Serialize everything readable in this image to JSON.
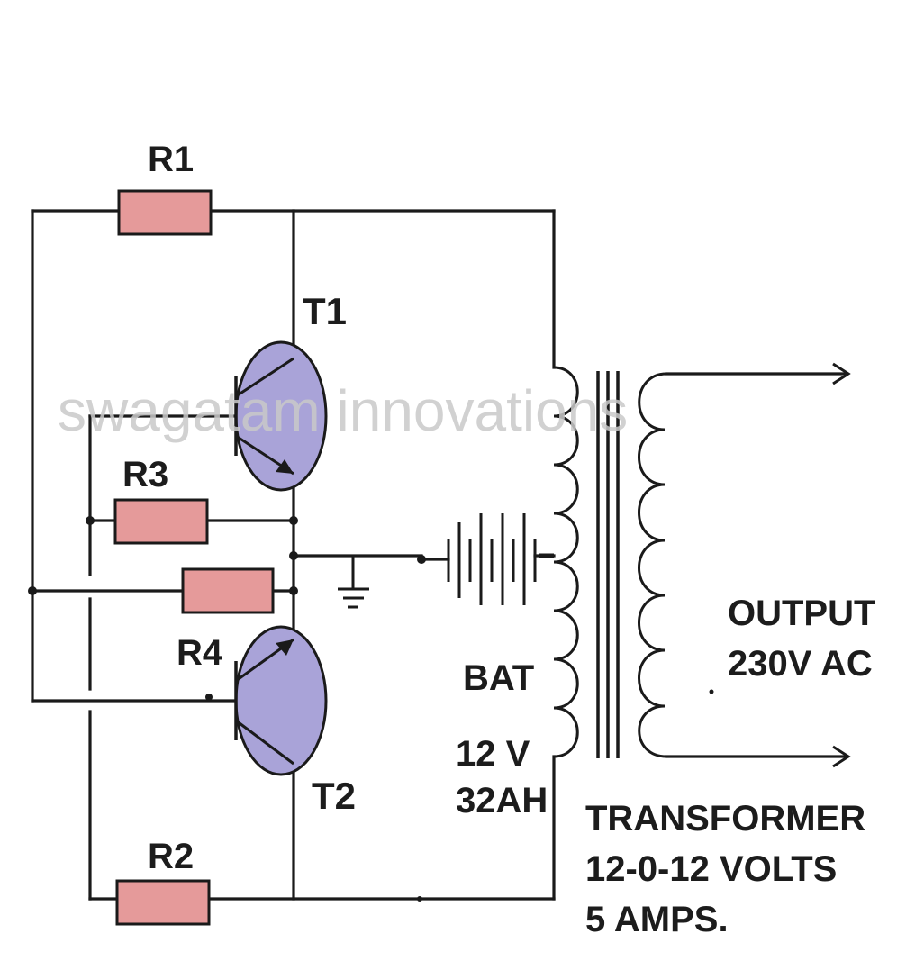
{
  "labels": {
    "r1": "R1",
    "r2": "R2",
    "r3": "R3",
    "r4": "R4",
    "t1": "T1",
    "t2": "T2",
    "bat": "BAT",
    "bat_voltage": "12 V",
    "bat_capacity": "32AH",
    "output_line1": "OUTPUT",
    "output_line2": "230V AC",
    "transformer_line1": "TRANSFORMER",
    "transformer_line2": "12-0-12 VOLTS",
    "transformer_line3": "5 AMPS."
  },
  "watermark": "swagatam innovations",
  "colors": {
    "resistor": "#e59a9a",
    "transistor": "#a9a3d8",
    "wire": "#1a1a1a",
    "watermark": "#c9c9c9"
  }
}
